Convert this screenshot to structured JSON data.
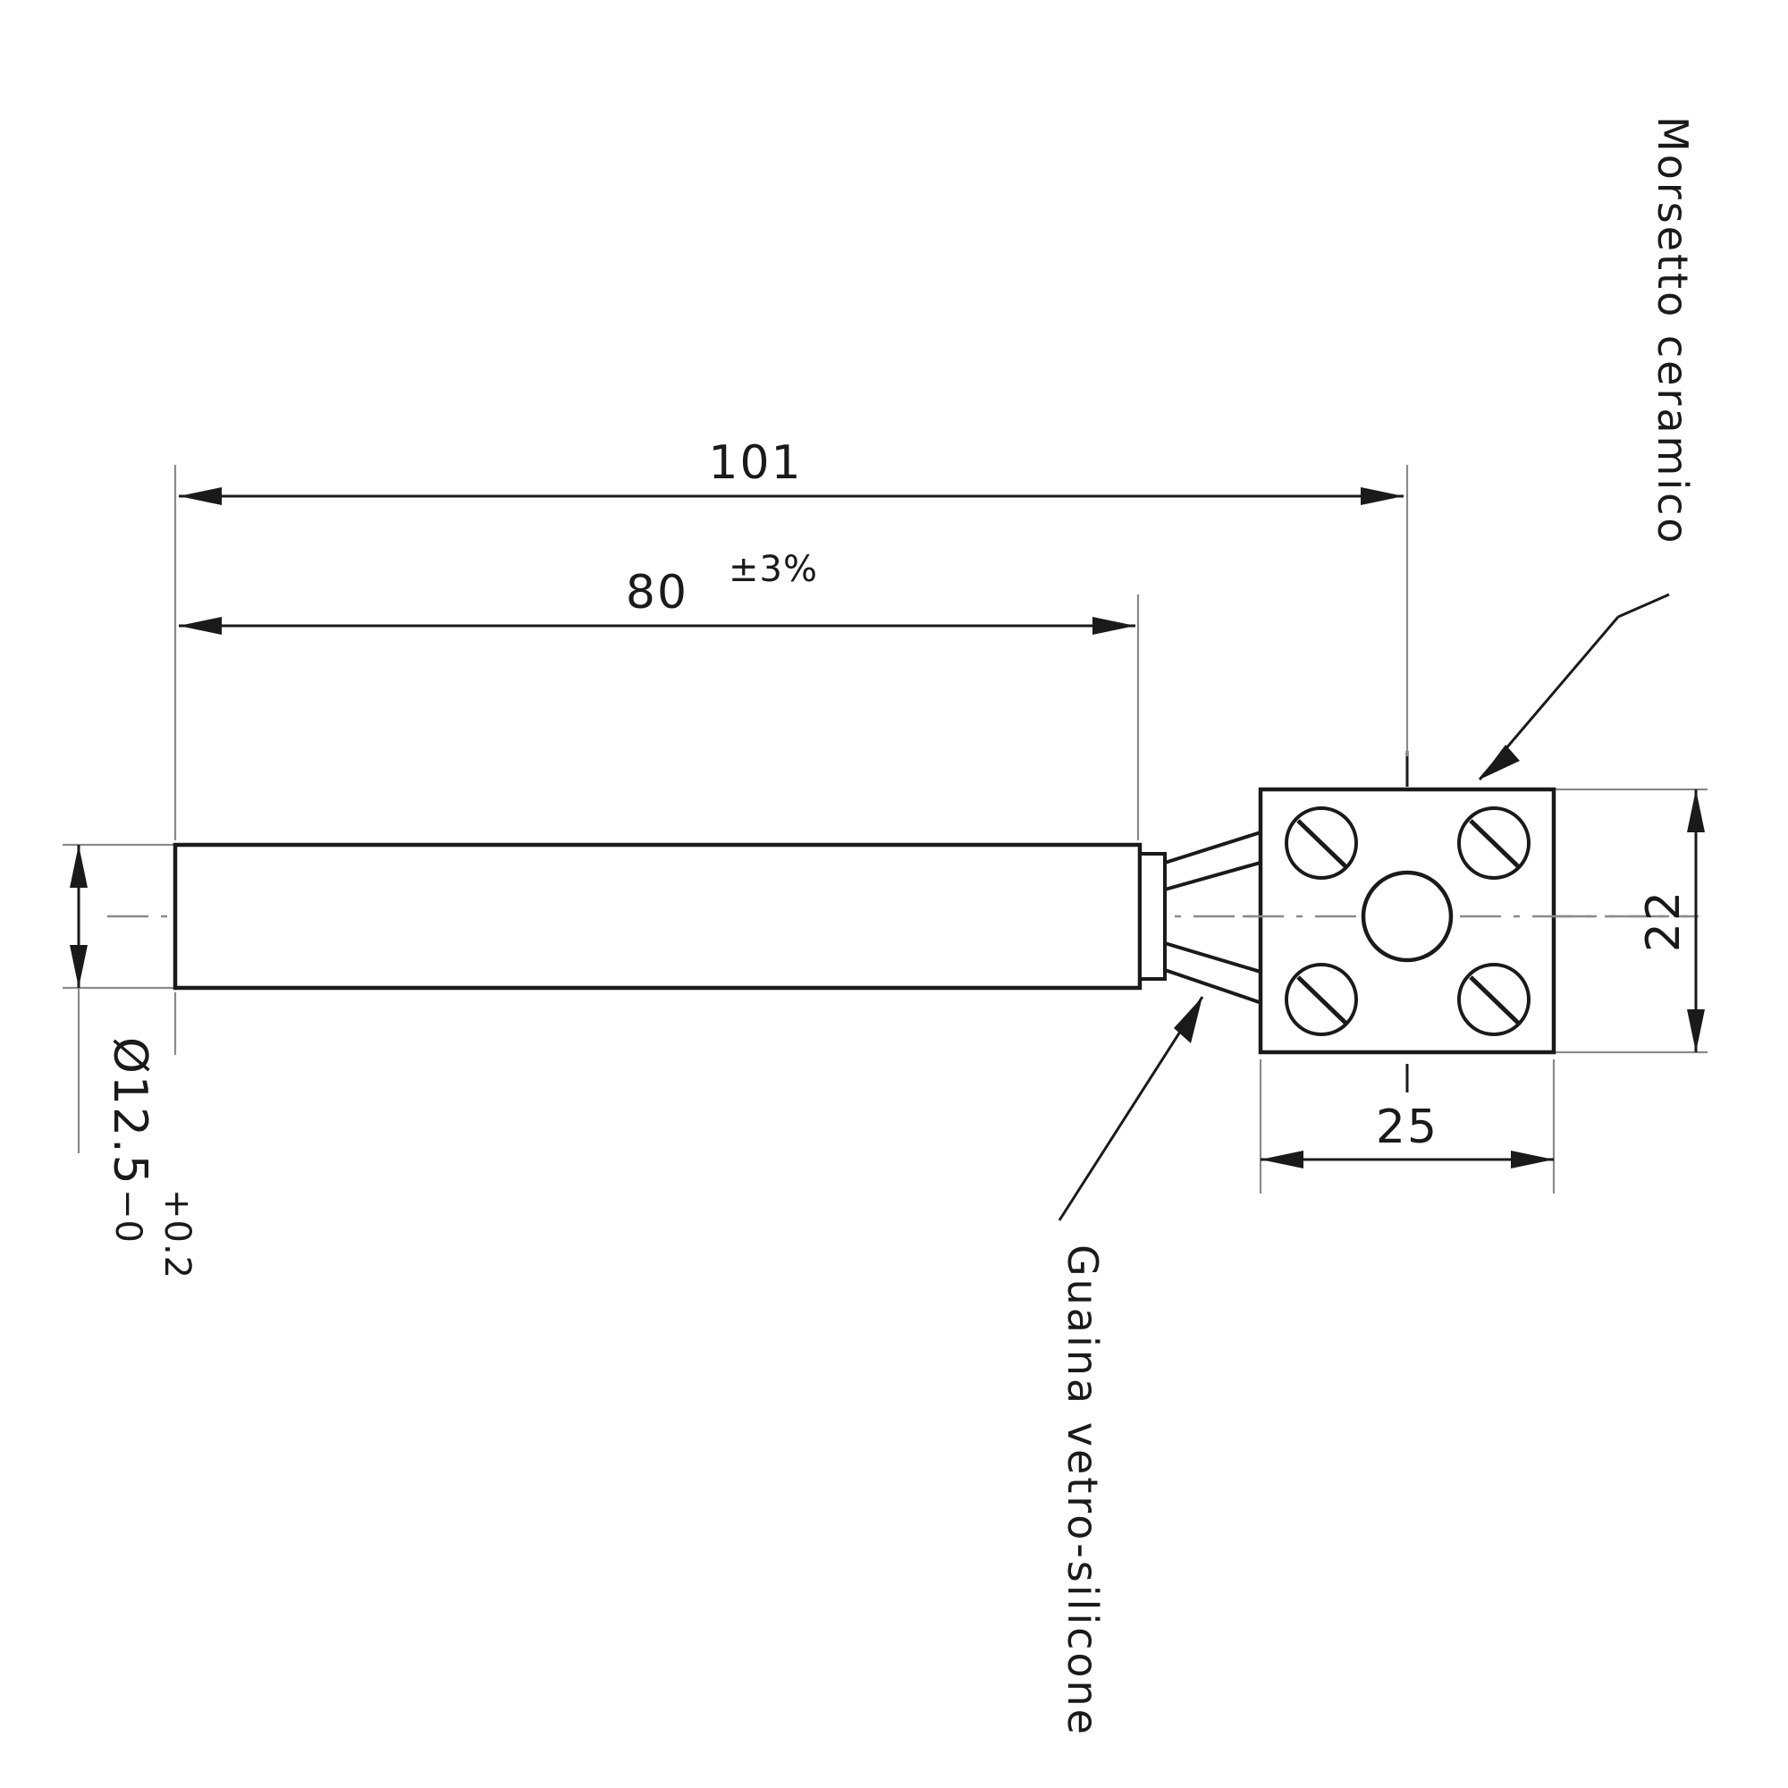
{
  "drawing": {
    "title": "Heating element with ceramic terminal block - technical drawing",
    "line_color": "#1a1a1a",
    "thin_line_color": "#8a8a8a",
    "background": "#ffffff"
  },
  "dimensions": {
    "overall_length": {
      "value": "101",
      "name": "overall-length-dimension"
    },
    "heated_length": {
      "value": "80",
      "tolerance": "±3%",
      "name": "heated-length-dimension"
    },
    "diameter": {
      "symbol_value": "Ø12.5",
      "tol_upper": "+0.2",
      "tol_lower": "−0",
      "name": "tube-diameter-dimension"
    },
    "block_height": {
      "value": "22",
      "name": "terminal-block-height-dimension"
    },
    "block_width": {
      "value": "25",
      "name": "terminal-block-width-dimension"
    }
  },
  "callouts": {
    "terminal_block": {
      "label": "Morsetto ceramico",
      "name": "callout-ceramic-terminal-block"
    },
    "sheath": {
      "label": "Guaina vetro-silicone",
      "name": "callout-glass-silicone-sheath"
    }
  },
  "parts": {
    "tube": "heater-tube-body",
    "end_cap": "tube-end-cap",
    "lead_wires": "lead-wires",
    "block": "ceramic-terminal-block",
    "screws": [
      "screw-top-left",
      "screw-top-right",
      "screw-bottom-left",
      "screw-bottom-right"
    ],
    "center_hole": "center-mounting-hole"
  }
}
